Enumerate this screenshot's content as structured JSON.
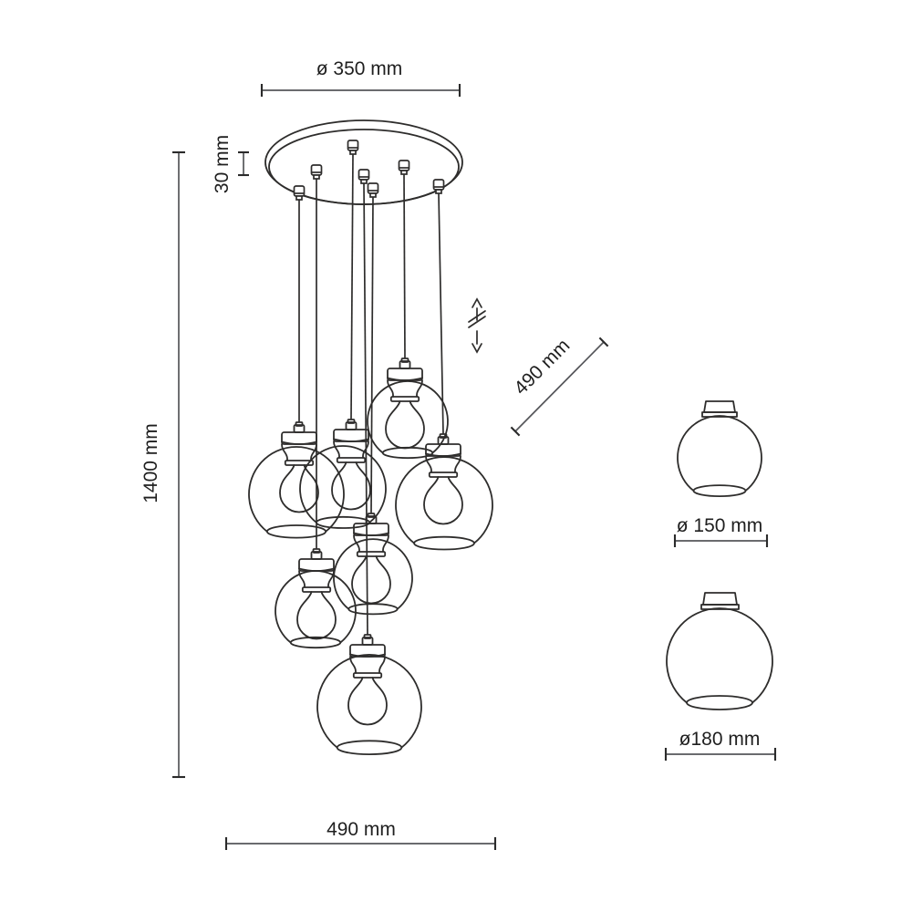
{
  "diagram": {
    "type": "technical-dimension-drawing",
    "subject": "multi-globe pendant cluster lamp",
    "background_color": "#ffffff",
    "line_color": "#2e2d2c",
    "dimension_line_color": "#55565a",
    "text_color": "#1f1f1f",
    "pendant_count": 7,
    "labels": {
      "canopy_diameter": "ø 350 mm",
      "canopy_height": "30 mm",
      "total_height": "1400 mm",
      "spread_diagonal": "490 mm",
      "spread_width": "490 mm",
      "small_shade_diameter": "ø 150 mm",
      "large_shade_diameter": "ø180 mm"
    },
    "icons": {
      "adjustable_height": "double-arrow-with-break-symbol"
    }
  }
}
